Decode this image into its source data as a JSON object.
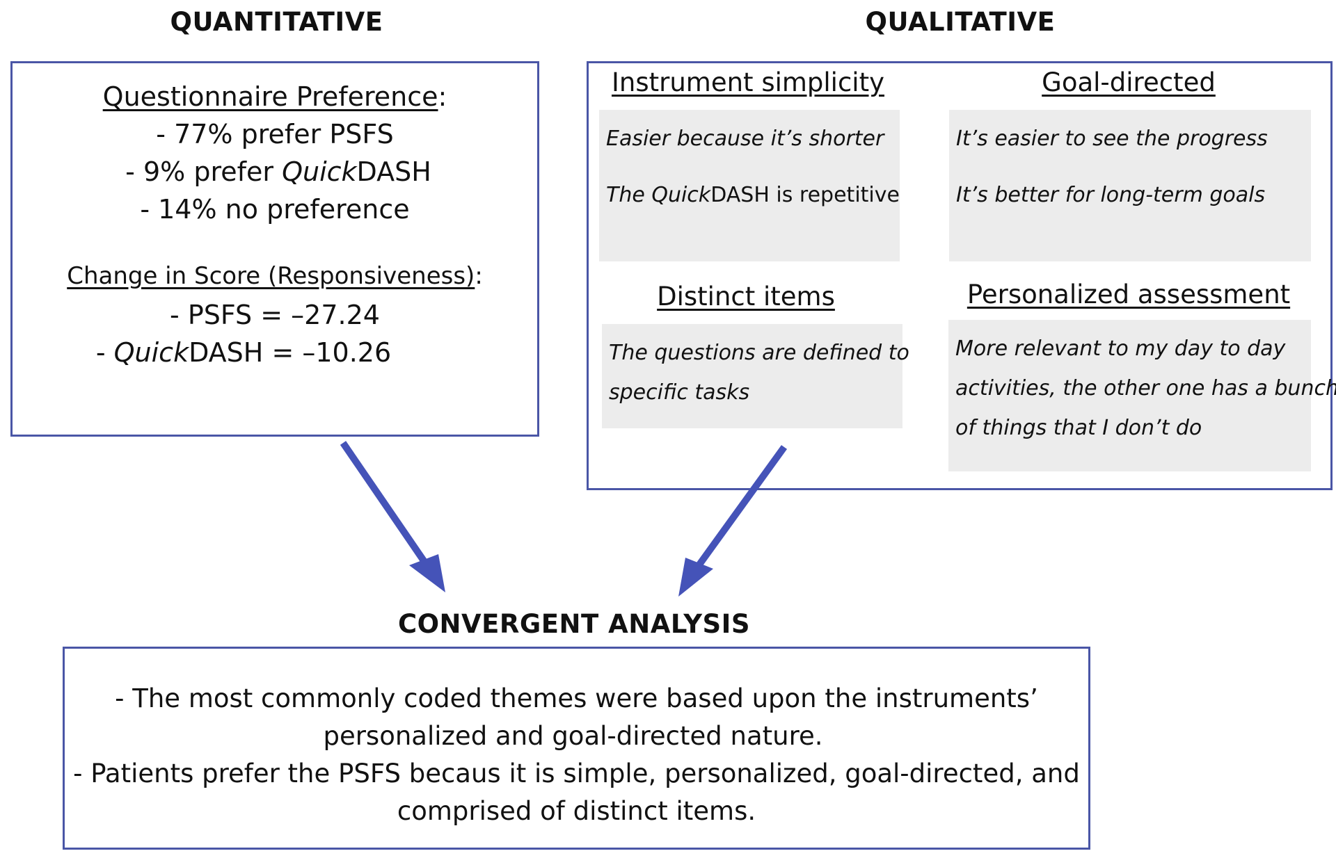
{
  "headings": {
    "quantitative": "QUANTITATIVE",
    "qualitative": "QUALITATIVE",
    "convergent": "CONVERGENT ANALYSIS"
  },
  "quantitative": {
    "preference_title": "Questionnaire Preference",
    "preference_colon": ":",
    "preference_items": [
      {
        "prefix": "- 77% prefer PSFS",
        "italic": "",
        "suffix": ""
      },
      {
        "prefix": "- 9% prefer ",
        "italic": "Quick",
        "suffix": "DASH"
      },
      {
        "prefix": "- 14% no preference",
        "italic": "",
        "suffix": ""
      }
    ],
    "change_title": "Change in Score (Responsiveness)",
    "change_colon": ":",
    "change_items": [
      {
        "prefix": "- PSFS = –27.24",
        "italic": "",
        "suffix": ""
      },
      {
        "prefix": "- ",
        "italic": "Quick",
        "suffix": "DASH = –10.26"
      }
    ]
  },
  "qualitative": {
    "themes": [
      {
        "title": "Instrument simplicity",
        "quotes": [
          {
            "a": "Easier because it’s shorter",
            "b": "",
            "c": ""
          },
          {
            "a": "The ",
            "b": "Quick",
            "c": "DASH is repetitive"
          }
        ]
      },
      {
        "title": "Goal-directed",
        "quotes": [
          {
            "a": "It’s easier to see the progress",
            "b": "",
            "c": ""
          },
          {
            "a": "It’s better for long-term goals",
            "b": "",
            "c": ""
          }
        ]
      },
      {
        "title": "Distinct items",
        "quotes": [
          {
            "a": "The questions are defined to",
            "b": "",
            "c": ""
          },
          {
            "a": "specific tasks",
            "b": "",
            "c": ""
          }
        ]
      },
      {
        "title": "Personalized assessment",
        "quotes": [
          {
            "a": "More relevant to my day to day",
            "b": "",
            "c": ""
          },
          {
            "a": "activities, the other one has a bunch",
            "b": "",
            "c": ""
          },
          {
            "a": "of things that I don’t do",
            "b": "",
            "c": ""
          }
        ]
      }
    ]
  },
  "convergent": {
    "lines": [
      "- The most commonly coded themes were based upon the instruments’",
      "personalized and goal-directed nature.",
      "- Patients prefer the PSFS becaus it is simple, personalized, goal-directed, and",
      "comprised of distinct items."
    ]
  },
  "colors": {
    "border": "#4a56a6",
    "arrow": "#4553b8",
    "note_bg": "#ececec"
  }
}
